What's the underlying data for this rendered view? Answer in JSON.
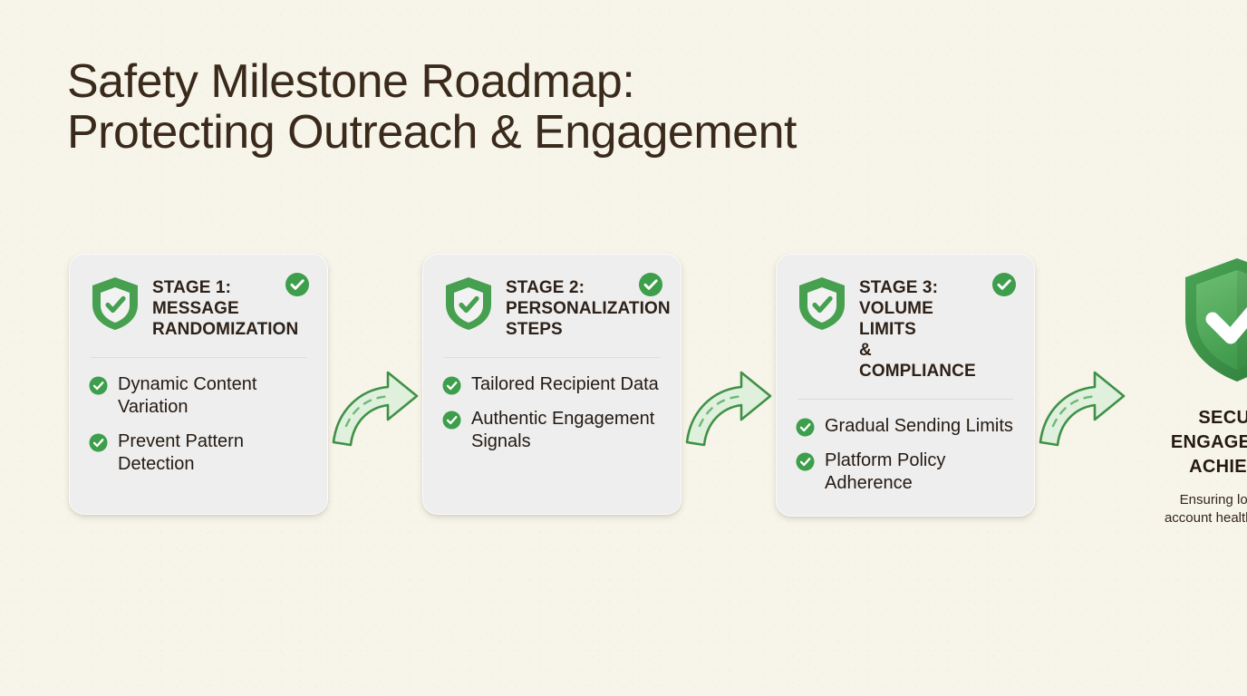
{
  "page": {
    "title": "Safety Milestone Roadmap:\nProtecting Outreach & Engagement",
    "background_color": "#f7f4e9",
    "accent_green": "#3d9e4b",
    "title_color": "#3a2a1b"
  },
  "stages": [
    {
      "shield_icon": "shield-check-icon",
      "badge_icon": "check-circle-icon",
      "title": "STAGE 1:\nMESSAGE\nRANDOMIZATION",
      "bullets": [
        {
          "icon": "check-circle-icon",
          "text": "Dynamic Content Variation"
        },
        {
          "icon": "check-circle-icon",
          "text": "Prevent Pattern Detection"
        }
      ]
    },
    {
      "shield_icon": "shield-check-icon",
      "badge_icon": "check-circle-icon",
      "title": "STAGE 2:\nPERSONALIZATION\nSTEPS",
      "bullets": [
        {
          "icon": "check-circle-icon",
          "text": "Tailored Recipient Data"
        },
        {
          "icon": "check-circle-icon",
          "text": "Authentic Engagement Signals"
        }
      ]
    },
    {
      "shield_icon": "shield-check-icon",
      "badge_icon": "check-circle-icon",
      "title": "STAGE 3:\nVOLUME LIMITS\n& COMPLIANCE",
      "bullets": [
        {
          "icon": "check-circle-icon",
          "text": "Gradual Sending Limits"
        },
        {
          "icon": "check-circle-icon",
          "text": "Platform Policy Adherence"
        }
      ]
    }
  ],
  "connectors": [
    {
      "icon": "curved-arrow-right-icon"
    },
    {
      "icon": "curved-arrow-right-icon"
    },
    {
      "icon": "curved-arrow-right-icon"
    }
  ],
  "outcome": {
    "shield_icon": "shield-check-large-icon",
    "title": "SECURE\nENGAGEMENT\nACHIEVED",
    "subtitle": "Ensuring long-term\naccount health and trust"
  }
}
